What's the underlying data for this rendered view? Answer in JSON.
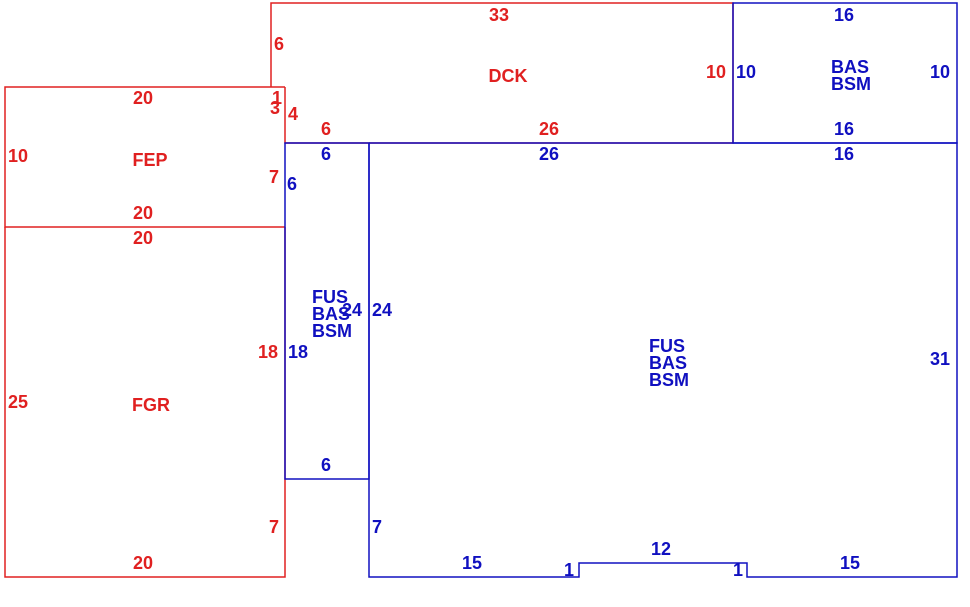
{
  "colors": {
    "red": "#e02020",
    "blue": "#1010c0",
    "background": "#ffffff"
  },
  "areas": {
    "dck": {
      "code": "DCK",
      "color": "red"
    },
    "fep": {
      "code": "FEP",
      "color": "red"
    },
    "fgr": {
      "code": "FGR",
      "color": "red"
    },
    "bas_bsm_top": {
      "lines": [
        "BAS",
        "BSM"
      ],
      "color": "blue"
    },
    "fus_small": {
      "lines": [
        "FUS",
        "BAS",
        "BSM"
      ],
      "color": "blue"
    },
    "fus_main": {
      "lines": [
        "FUS",
        "BAS",
        "BSM"
      ],
      "color": "blue"
    }
  },
  "dimensions": {
    "dck_top": "33",
    "dck_left_upper": "6",
    "dck_left_mid": "1",
    "dck_left_lower": "4",
    "dck_right": "10",
    "dck_bottom_left": "6",
    "dck_bottom": "26",
    "fep_top": "20",
    "fep_left": "10",
    "fep_right_top": "3",
    "fep_right": "7",
    "fep_bottom": "20",
    "fgr_top": "20",
    "fgr_left": "25",
    "fgr_right_upper": "18",
    "fgr_right_lower": "7",
    "fgr_bottom": "20",
    "bas_top": "16",
    "bas_left": "10",
    "bas_right": "10",
    "bas_bottom": "16",
    "fus_small_top": "6",
    "fus_small_left": "6",
    "fus_small_left_lower": "18",
    "fus_small_inner": "24",
    "fus_small_right": "24",
    "fus_small_bottom": "6",
    "main_top": "26",
    "main_top_right": "16",
    "main_right": "31",
    "main_left_lower": "7",
    "main_bottom_left": "15",
    "main_notch_left": "1",
    "main_notch": "12",
    "main_notch_right": "1",
    "main_bottom_right": "15"
  }
}
